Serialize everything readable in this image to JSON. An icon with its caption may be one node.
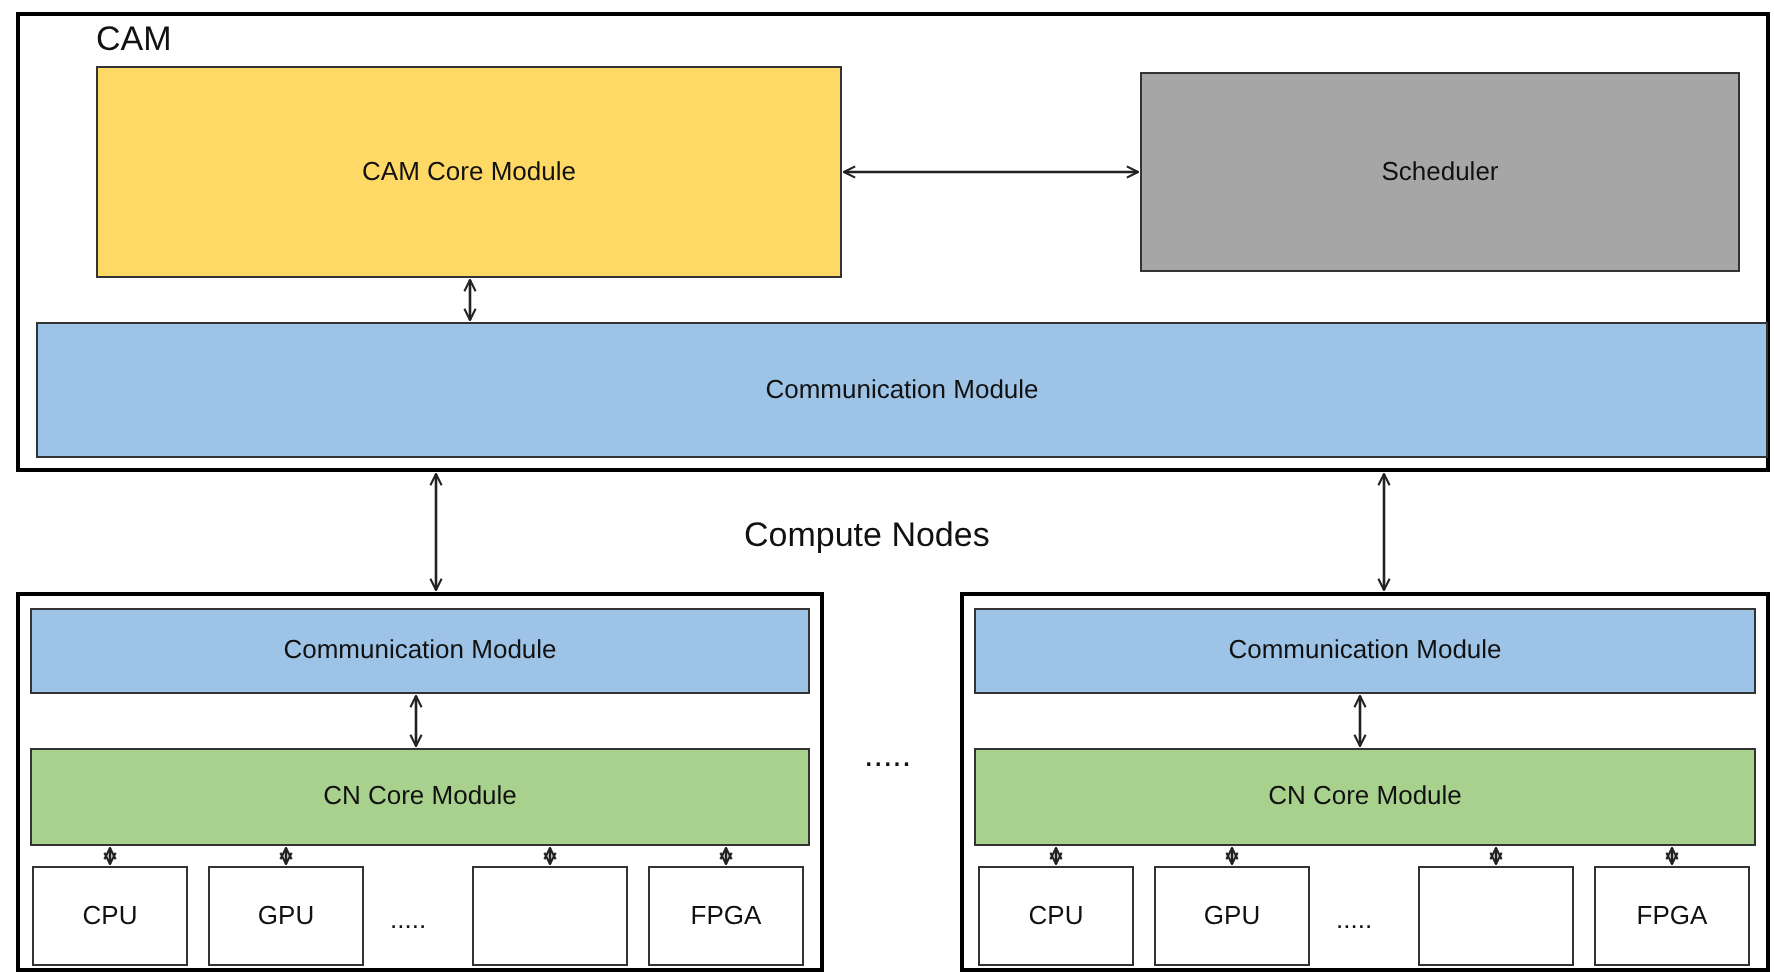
{
  "diagram": {
    "nodes": [
      {
        "text": [
          "CAM"
        ]
      },
      {
        "text": [
          "CAM Core Module"
        ],
        "in": 0
      },
      {
        "text": [
          "Scheduler"
        ],
        "in": 0
      },
      {
        "text": [
          "Communication Module"
        ],
        "in": 0
      },
      {
        "text": [],
        "shape": "box"
      },
      {
        "text": [
          "Communication Module"
        ],
        "in": 4
      },
      {
        "text": [
          "CN Core Module"
        ],
        "in": 4
      },
      {
        "text": [
          "CPU"
        ],
        "in": 4
      },
      {
        "text": [
          "GPU"
        ],
        "in": 4
      },
      {
        "text": [],
        "shape": "box",
        "in": 4
      },
      {
        "text": [
          "FPGA"
        ],
        "in": 4
      },
      {
        "text": [],
        "shape": "box"
      },
      {
        "text": [
          "Communication Module"
        ],
        "in": 11
      },
      {
        "text": [
          "CN Core Module"
        ],
        "in": 11
      },
      {
        "text": [
          "CPU"
        ],
        "in": 11
      },
      {
        "text": [
          "GPU"
        ],
        "in": 11
      },
      {
        "text": [],
        "shape": "box",
        "in": 11
      },
      {
        "text": [
          "FPGA"
        ],
        "in": 11
      }
    ],
    "edges": [
      {
        "from": 1,
        "to": 2,
        "arrow": "both"
      },
      {
        "from": 1,
        "to": 3,
        "arrow": "both"
      },
      {
        "from": 0,
        "to": 4,
        "arrow": "both"
      },
      {
        "from": 0,
        "to": 11,
        "arrow": "both"
      },
      {
        "from": 5,
        "to": 6,
        "arrow": "both"
      },
      {
        "from": 6,
        "to": 7,
        "arrow": "both"
      },
      {
        "from": 6,
        "to": 8,
        "arrow": "both"
      },
      {
        "from": 6,
        "to": 9,
        "arrow": "both"
      },
      {
        "from": 6,
        "to": 10,
        "arrow": "both"
      },
      {
        "from": 12,
        "to": 13,
        "arrow": "both"
      },
      {
        "from": 13,
        "to": 14,
        "arrow": "both"
      },
      {
        "from": 13,
        "to": 15,
        "arrow": "both"
      },
      {
        "from": 13,
        "to": 16,
        "arrow": "both"
      },
      {
        "from": 13,
        "to": 17,
        "arrow": "both"
      }
    ],
    "labels": [
      "Compute Nodes",
      ".....",
      ".....",
      "....."
    ]
  }
}
